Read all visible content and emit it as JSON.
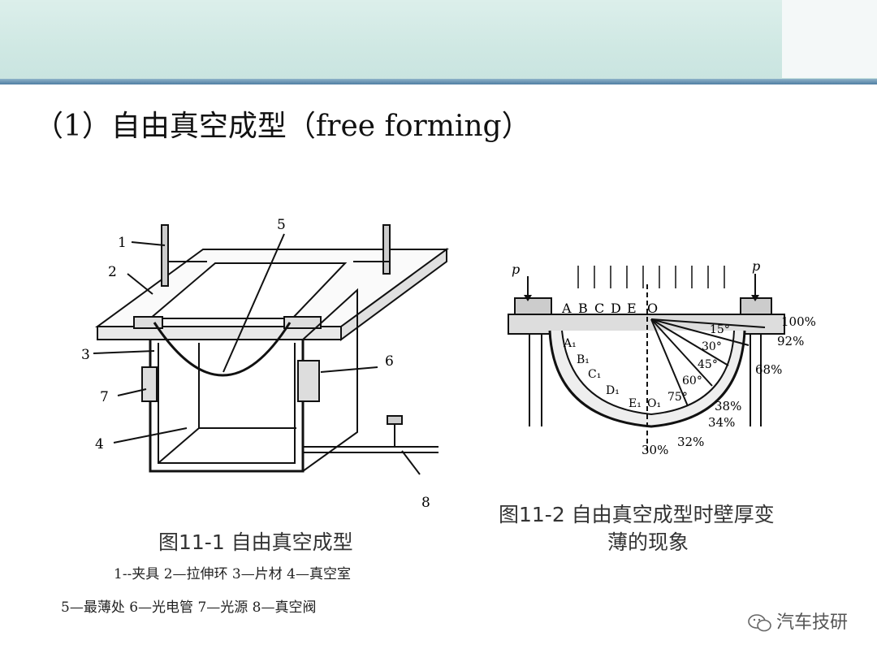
{
  "title": "（1）自由真空成型（free forming）",
  "fig1": {
    "caption": "图11-1 自由真空成型",
    "legend_line1": "1--夹具  2—拉伸环  3—片材  4—真空室",
    "legend_line2": "5—最薄处  6—光电管  7—光源  8—真空阀",
    "callouts": [
      "1",
      "2",
      "3",
      "4",
      "5",
      "6",
      "7",
      "8"
    ]
  },
  "fig2": {
    "caption_line1": "图11-2 自由真空成型时壁厚变",
    "caption_line2": "薄的现象",
    "force_left": "p",
    "force_right": "p",
    "points_top": [
      "A",
      "B",
      "C",
      "D",
      "E",
      "O"
    ],
    "points_curve": [
      "A₁",
      "B₁",
      "C₁",
      "D₁",
      "E₁",
      "O₁"
    ],
    "angles": [
      "15°",
      "30°",
      "45°",
      "60°",
      "75°"
    ],
    "percents": [
      "100%",
      "92%",
      "68%",
      "38%",
      "34%",
      "32%",
      "30%"
    ]
  },
  "watermark": "汽车技研"
}
